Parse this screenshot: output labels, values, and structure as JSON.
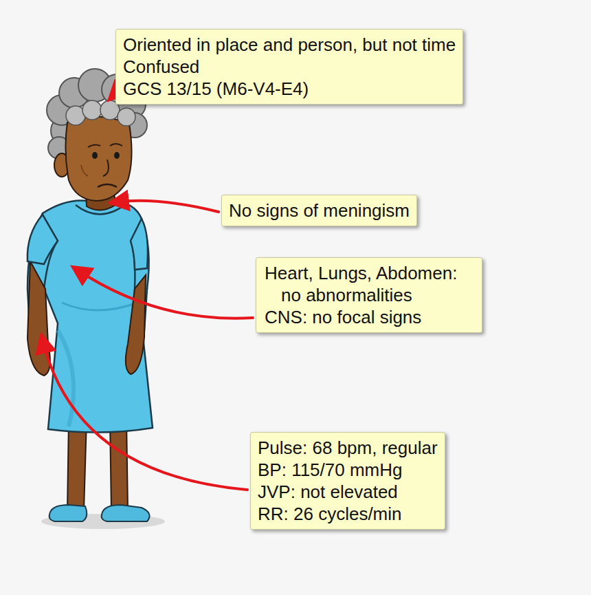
{
  "diagram": {
    "nodes": [
      {
        "text": [
          "Oriented in place and person, but not time",
          "Confused",
          "GCS 13/15 (M6-V4-E4)"
        ]
      },
      {
        "text": [
          "No signs of meningism"
        ]
      },
      {
        "text": [
          "Heart, Lungs, Abdomen: no abnormalities",
          "CNS: no focal signs"
        ]
      },
      {
        "text": [
          "Pulse: 68 bpm, regular",
          "BP: 115/70 mmHg",
          "JVP: not elevated",
          "RR: 26 cycles/min"
        ]
      }
    ]
  }
}
